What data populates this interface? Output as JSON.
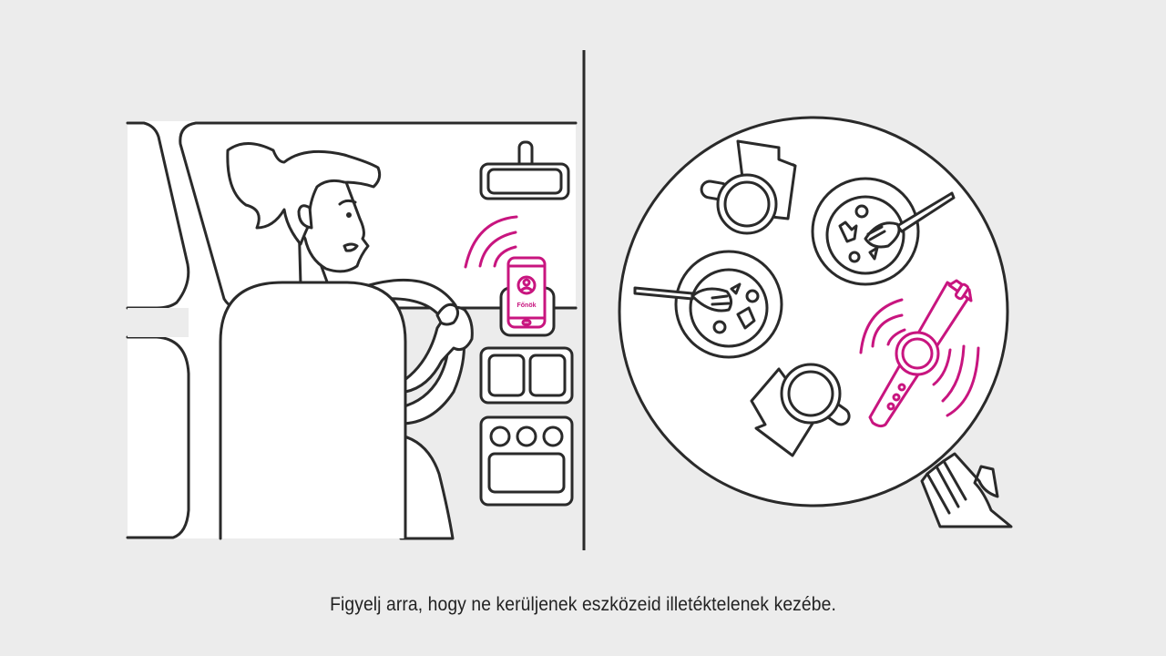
{
  "scene": {
    "left_panel": "driver-in-car",
    "right_panel": "table-with-unattended-smartwatch",
    "phone": {
      "screen_label": "Főnök",
      "icon": "user-icon",
      "state": "ringing"
    },
    "smartwatch": {
      "state": "vibrating"
    }
  },
  "caption": {
    "text": "Figyelj arra, hogy ne kerüljenek eszközeid illetéktelenek kezébe."
  },
  "colors": {
    "background": "#ececec",
    "line": "#2a2a2a",
    "accent": "#c8157f",
    "fill": "#ffffff"
  }
}
